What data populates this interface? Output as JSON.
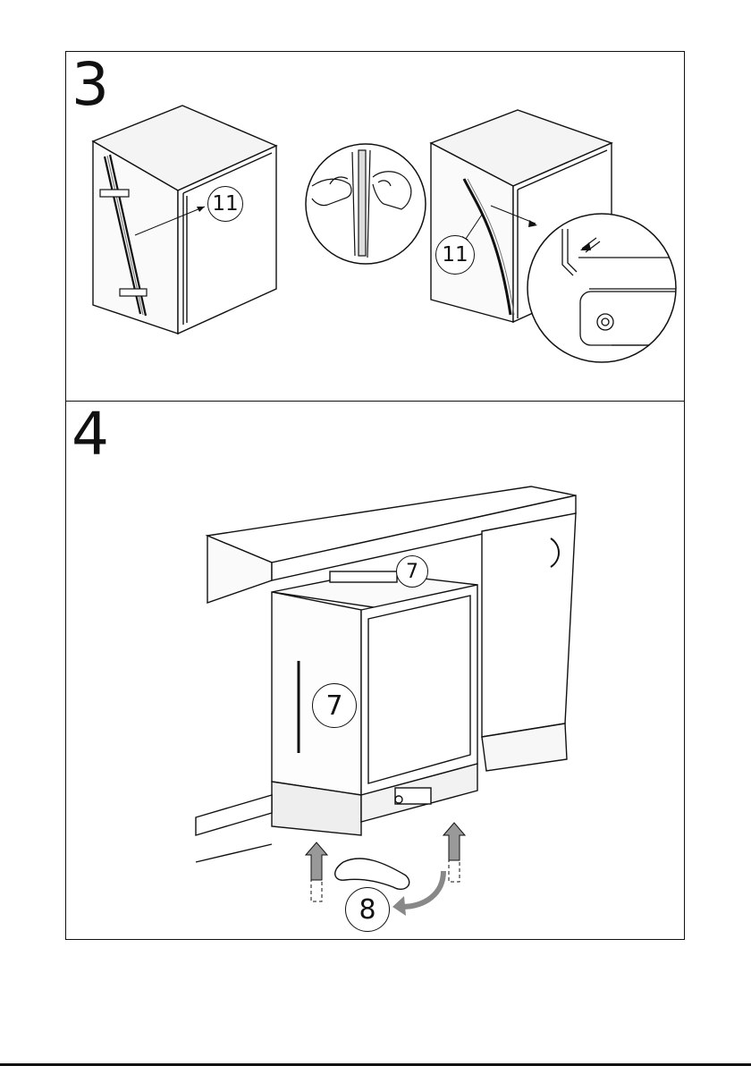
{
  "steps": [
    {
      "number": "3",
      "callouts": [
        "11",
        "11"
      ]
    },
    {
      "number": "4",
      "callouts": [
        "7",
        "7",
        "8"
      ]
    }
  ]
}
